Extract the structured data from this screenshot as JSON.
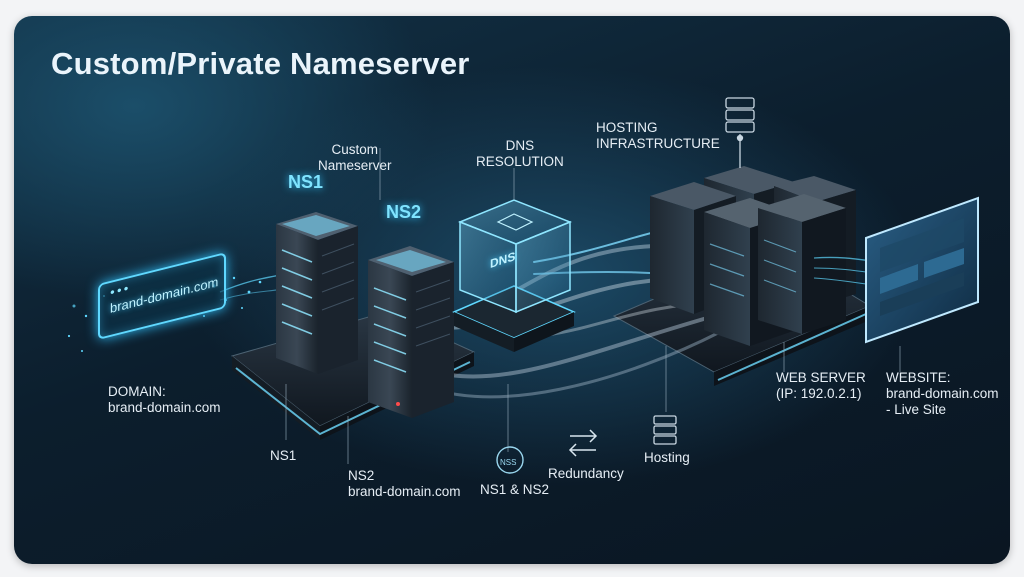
{
  "title": {
    "main": "Custom/Private Nameserver"
  },
  "labels": {
    "custom_nameserver_1": "Custom",
    "custom_nameserver_2": "Nameserver",
    "ns1_glow": "NS1",
    "ns2_glow": "NS2",
    "dns_resolution_1": "DNS",
    "dns_resolution_2": "RESOLUTION",
    "hosting_infra_1": "HOSTING",
    "hosting_infra_2": "INFRASTRUCTURE",
    "dns_cube": "DNS",
    "domain_box": "brand-domain.com",
    "domain_1": "DOMAIN:",
    "domain_2": "brand-domain.com",
    "ns1": "NS1",
    "ns2_1": "NS2",
    "ns2_2": "brand-domain.com",
    "nss_badge": "NSS",
    "ns1_ns2": "NS1 & NS2",
    "redundancy": "Redundancy",
    "hosting": "Hosting",
    "web_server_1": "WEB SERVER",
    "web_server_2": "(IP: 192.0.2.1)",
    "website_1": "WEBSITE:",
    "website_2": "brand-domain.com",
    "website_3": "- Live Site"
  },
  "icons": [
    "server-rack-icon",
    "swap-arrows-icon",
    "nss-badge-icon",
    "hosting-server-icon"
  ],
  "colors": {
    "accent": "#5fd8ff",
    "title": "#eaf4fb",
    "label": "#e6eef5",
    "background": "#0c1e2d"
  }
}
